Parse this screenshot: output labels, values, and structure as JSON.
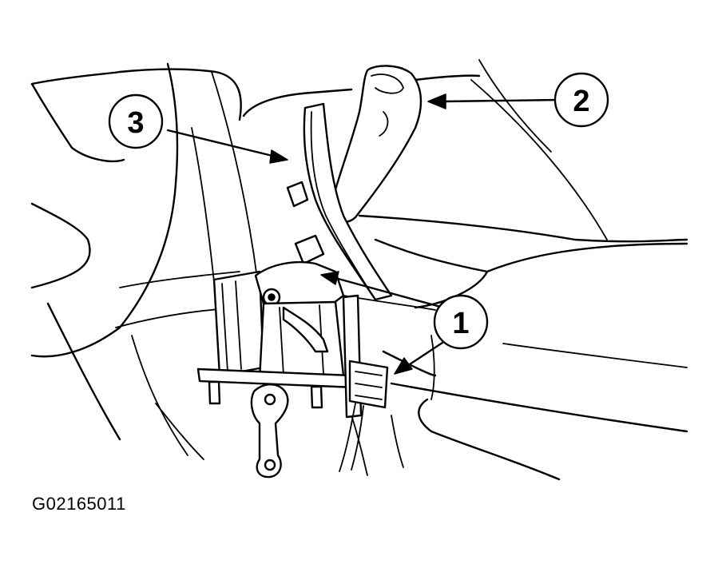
{
  "figure_id": "G02165011",
  "callouts": [
    {
      "label": "1"
    },
    {
      "label": "2"
    },
    {
      "label": "3"
    }
  ]
}
